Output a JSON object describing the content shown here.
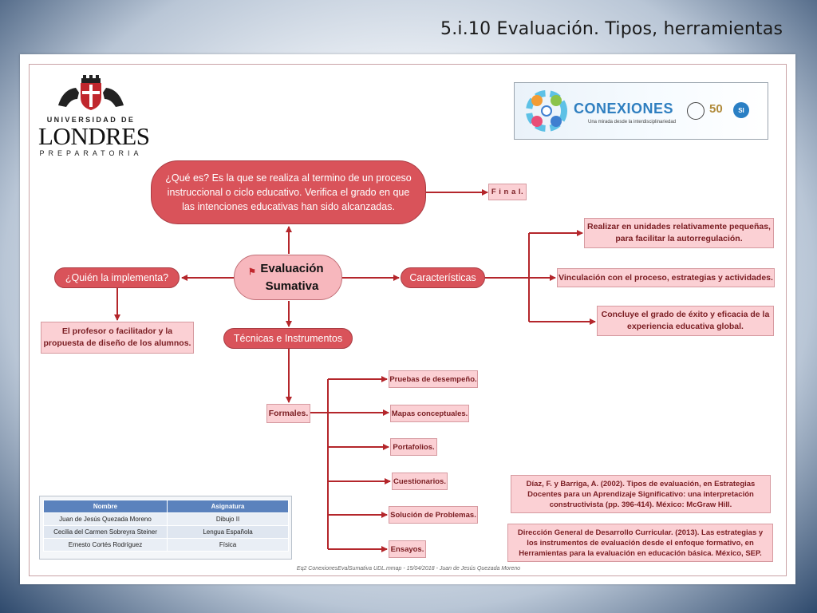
{
  "slide": {
    "title": "5.i.10  Evaluación. Tipos, herramientas"
  },
  "logo": {
    "line1": "UNIVERSIDAD DE",
    "line2": "LONDRES",
    "line3": "PREPARATORIA"
  },
  "banner": {
    "title": "CONEXIONES",
    "subtitle": "Una mirada desde la interdisciplinariedad",
    "badge_50": "50",
    "badge_si": "SI"
  },
  "map": {
    "central": {
      "line1": "Evaluación",
      "line2": "Sumativa"
    },
    "definition": "¿Qué es? Es la que se realiza al termino de un proceso instruccional o ciclo educativo. Verifica el grado en que las intenciones educativas han sido alcanzadas.",
    "final": "F i n a l.",
    "who": "¿Quién la implementa?",
    "who_answer": "El profesor o facilitador y la propuesta de diseño de los alumnos.",
    "characteristics": "Características",
    "char_items": [
      "Realizar en unidades relativamente pequeñas, para facilitar la autorregulación.",
      "Vinculación con el proceso, estrategias y actividades.",
      "Concluye el grado de éxito y eficacia de la experiencia educativa global."
    ],
    "techniques": "Técnicas e Instrumentos",
    "formales": "Formales.",
    "formal_items": [
      "Pruebas de desempeño.",
      "Mapas conceptuales.",
      "Portafolios.",
      "Cuestionarios.",
      "Solución de Problemas.",
      "Ensayos."
    ],
    "references": [
      "Díaz, F. y Barriga, A. (2002). Tipos de evaluación, en Estrategias Docentes para un Aprendizaje Significativo: una interpretación constructivista (pp. 396-414). México: McGraw Hill.",
      "Dirección General de Desarrollo Curricular. (2013). Las estrategias y los instrumentos de evaluación desde el enfoque formativo, en Herramientas para la evaluación en educación básica. México, SEP."
    ]
  },
  "table": {
    "headers": [
      "Nombre",
      "Asignatura"
    ],
    "rows": [
      [
        "Juan de Jesús Quezada Moreno",
        "Dibujo II"
      ],
      [
        "Cecilia del Carmen Sobreyra Steiner",
        "Lengua Española"
      ],
      [
        "Ernesto Cortés Rodríguez",
        "Física"
      ]
    ]
  },
  "footer": "Eq2 ConexionesEvalSumativa UDL.mmap - 15/04/2018 - Juan de Jesús Quezada Moreno",
  "colors": {
    "node_red": "#d9535a",
    "box_pink": "#fbd0d4",
    "connector": "#b4262b"
  }
}
